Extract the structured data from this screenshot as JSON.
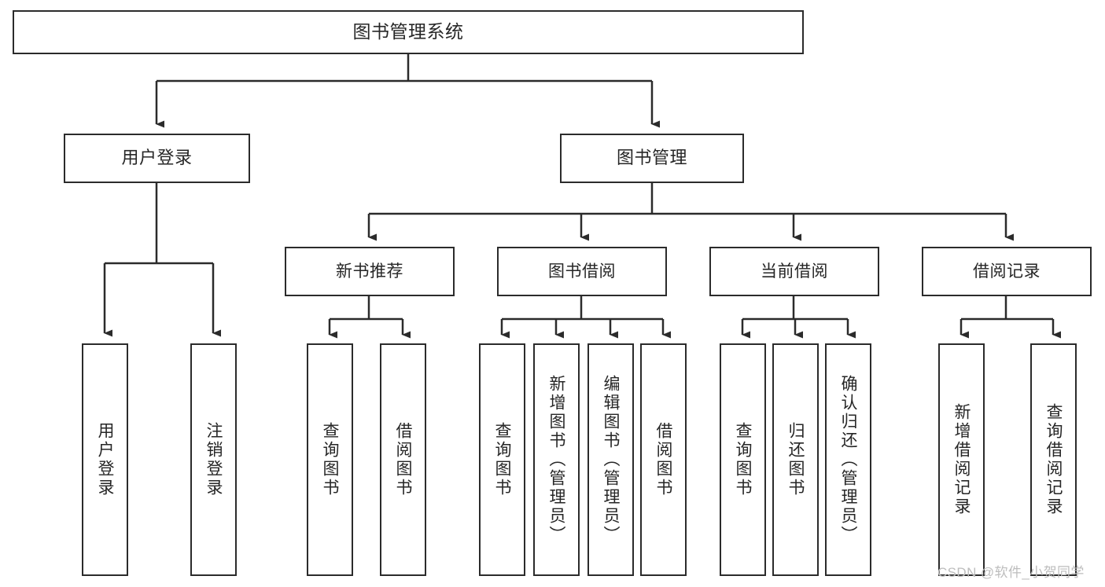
{
  "diagram": {
    "type": "tree-hierarchy-chart",
    "title_text": "图书管理系统",
    "watermark": "CSDN @软件_小贺同学",
    "colors": {
      "border": "#2b2b2b",
      "text": "#262626",
      "background": "#ffffff",
      "connector": "#2b2b2b",
      "watermark": "#bdbdbd"
    },
    "nodes": {
      "root": {
        "label": "图书管理系统"
      },
      "level1": [
        {
          "label": "用户登录"
        },
        {
          "label": "图书管理"
        }
      ],
      "level2": [
        {
          "label": "新书推荐"
        },
        {
          "label": "图书借阅"
        },
        {
          "label": "当前借阅"
        },
        {
          "label": "借阅记录"
        }
      ],
      "leaves": [
        {
          "label": "用户登录",
          "parent": "用户登录"
        },
        {
          "label": "注销登录",
          "parent": "用户登录"
        },
        {
          "label": "查询图书",
          "parent": "新书推荐"
        },
        {
          "label": "借阅图书",
          "parent": "新书推荐"
        },
        {
          "label": "查询图书",
          "parent": "图书借阅"
        },
        {
          "label": "新增图书（管理员）",
          "parent": "图书借阅"
        },
        {
          "label": "编辑图书（管理员）",
          "parent": "图书借阅"
        },
        {
          "label": "借阅图书",
          "parent": "图书借阅"
        },
        {
          "label": "查询图书",
          "parent": "当前借阅"
        },
        {
          "label": "归还图书",
          "parent": "当前借阅"
        },
        {
          "label": "确认归还（管理员）",
          "parent": "当前借阅"
        },
        {
          "label": "新增借阅记录",
          "parent": "借阅记录"
        },
        {
          "label": "查询借阅记录",
          "parent": "借阅记录"
        }
      ]
    }
  }
}
